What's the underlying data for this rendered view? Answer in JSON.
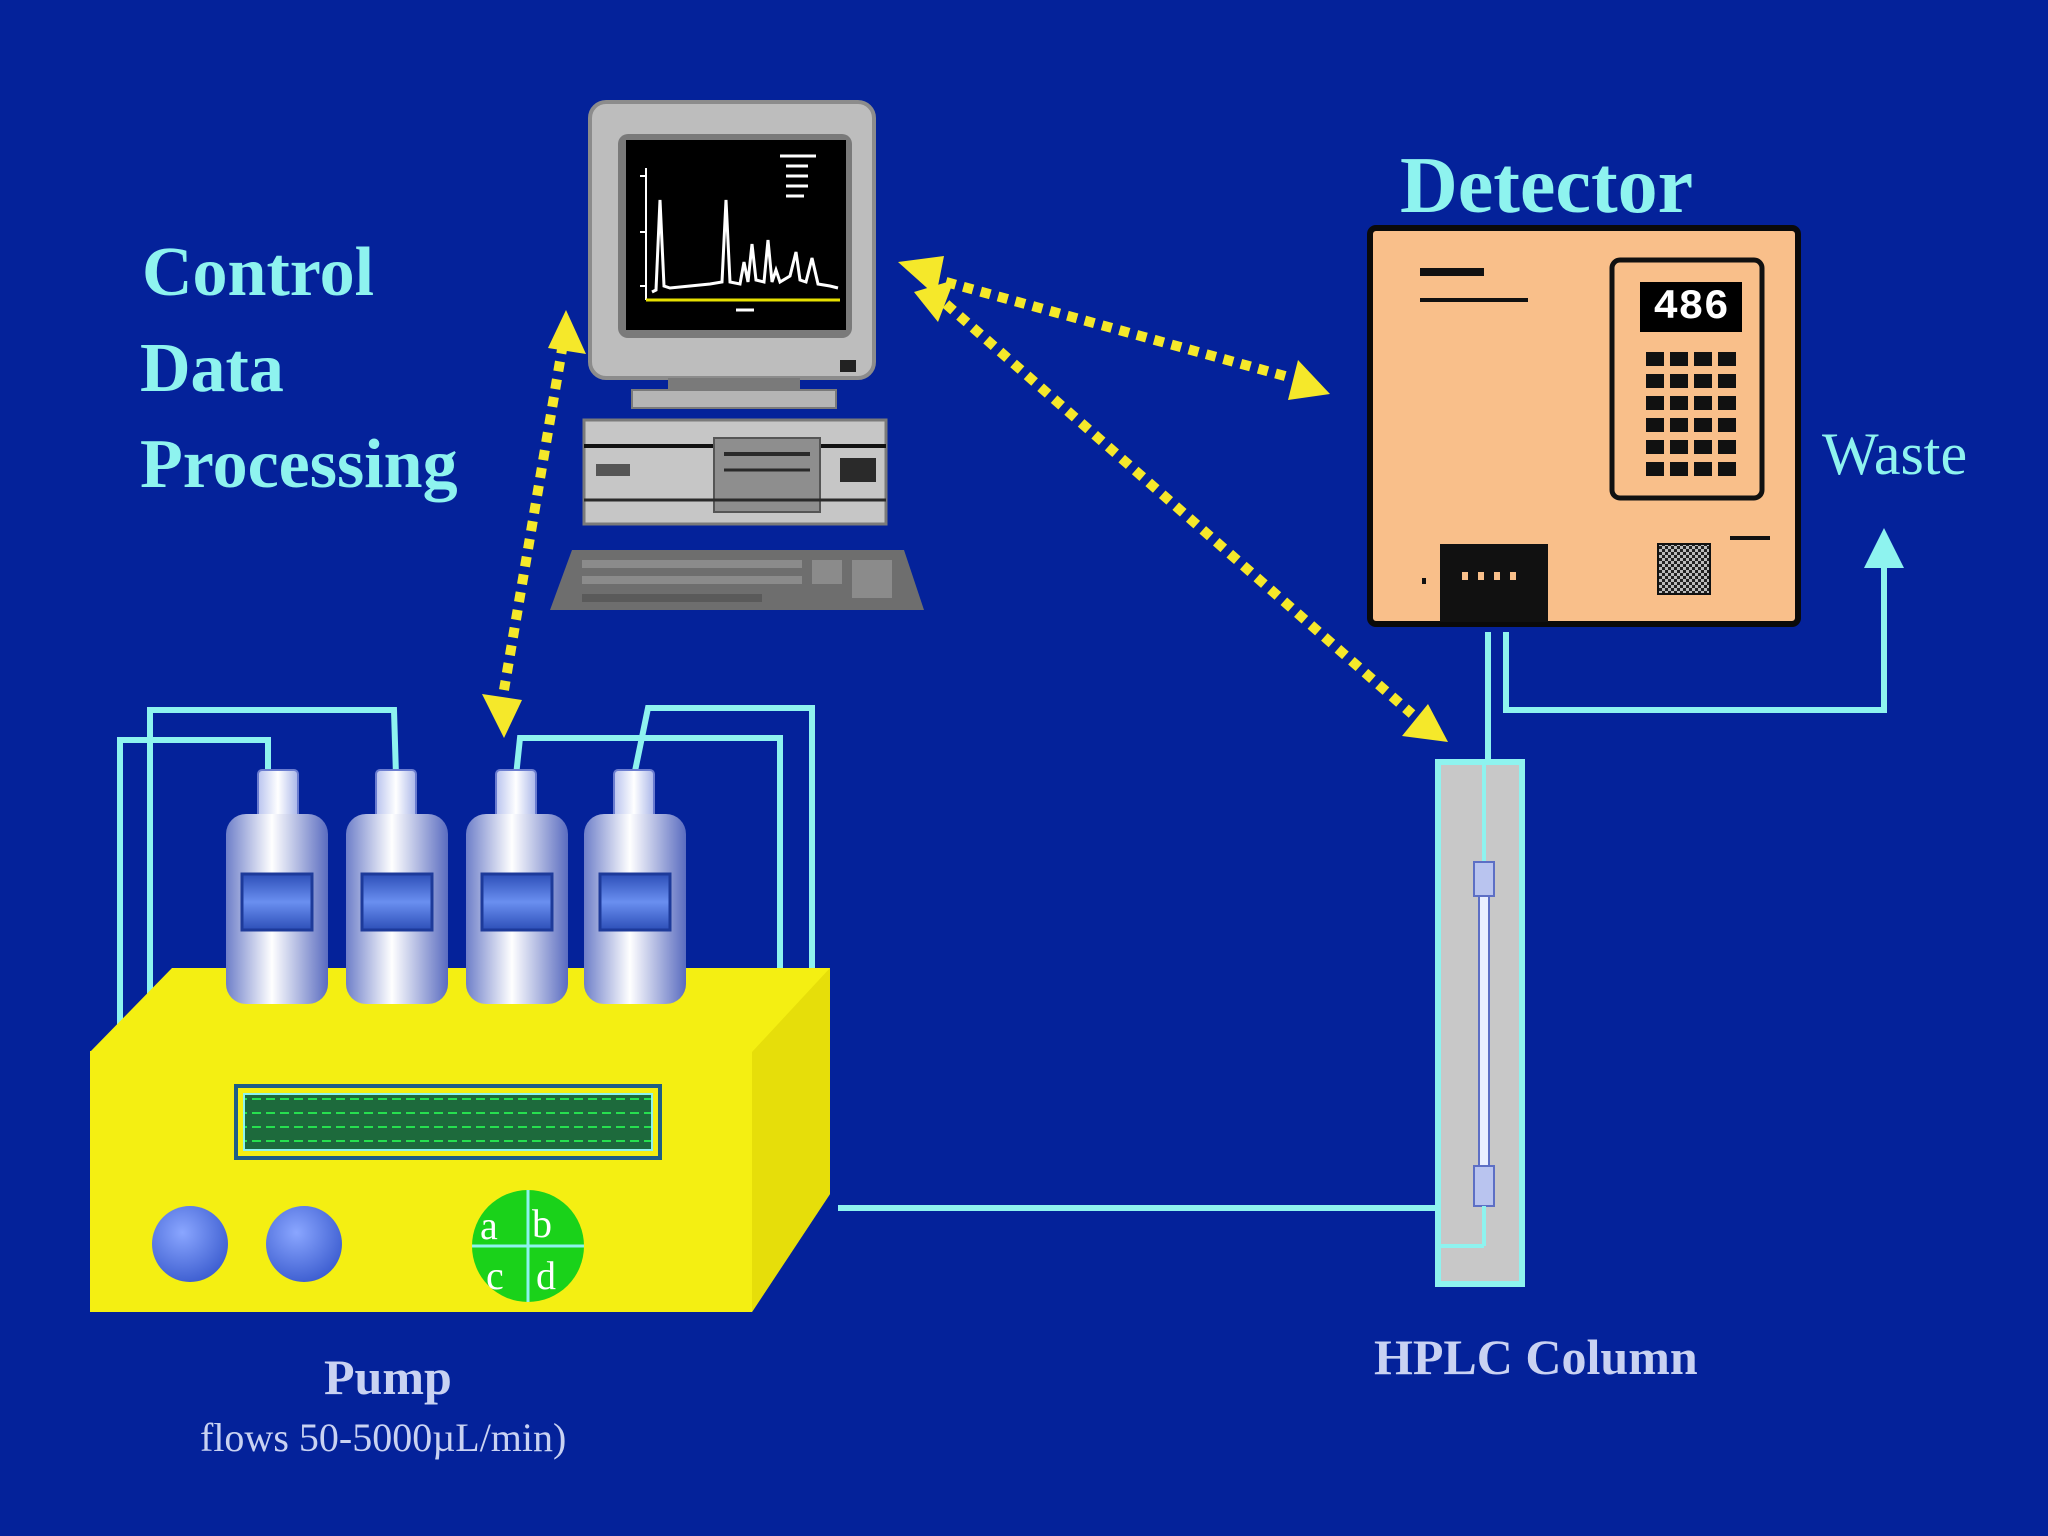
{
  "labels": {
    "control_lines": [
      "Control",
      "Data",
      "Processing"
    ],
    "detector": "Detector",
    "waste": "Waste",
    "pump_title": "Pump",
    "pump_subtitle": "flows 50-5000µL/min)",
    "column": "HPLC Column",
    "detector_readout": "486",
    "valve_ports": [
      "a",
      "b",
      "c",
      "d"
    ]
  },
  "icons": [
    "computer-icon",
    "keyboard-icon",
    "detector-unit-icon",
    "pump-unit-icon",
    "solvent-bottle-icon",
    "column-tube-icon"
  ],
  "colors": {
    "background": "#04229a",
    "label_cyan": "#8ef3ef",
    "label_grey": "#c9d2f2",
    "tubing": "#8ef3ef",
    "signal_arrows": "#f5e82a",
    "pump_body": "#f4ef12",
    "detector_body": "#f9bf8a",
    "valve": "#1ad21a",
    "column": "#c8c8c8"
  }
}
